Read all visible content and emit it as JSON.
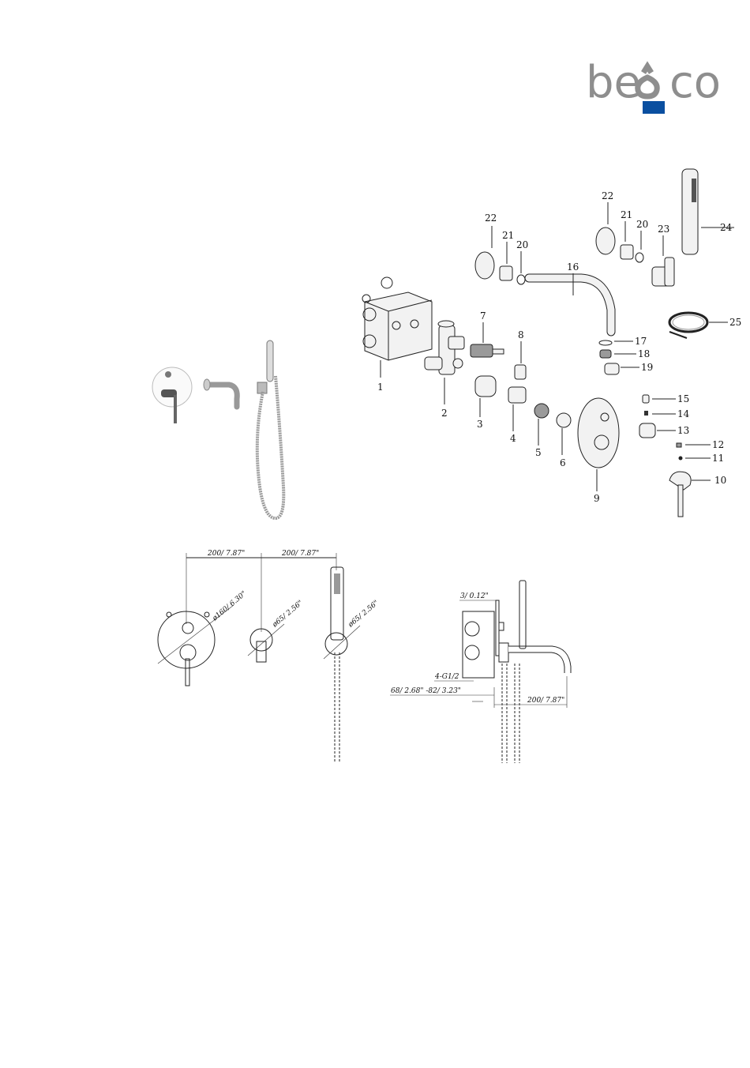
{
  "logo": {
    "text_left": "be",
    "text_right": "co",
    "colors": {
      "text": "#8e8e8e",
      "mark": "#0a4fa0"
    }
  },
  "parts": [
    {
      "n": "1"
    },
    {
      "n": "2"
    },
    {
      "n": "3"
    },
    {
      "n": "4"
    },
    {
      "n": "5"
    },
    {
      "n": "6"
    },
    {
      "n": "7"
    },
    {
      "n": "8"
    },
    {
      "n": "9"
    },
    {
      "n": "10"
    },
    {
      "n": "11"
    },
    {
      "n": "12"
    },
    {
      "n": "13"
    },
    {
      "n": "14"
    },
    {
      "n": "15"
    },
    {
      "n": "16"
    },
    {
      "n": "17"
    },
    {
      "n": "18"
    },
    {
      "n": "19"
    },
    {
      "n": "20"
    },
    {
      "n": "21"
    },
    {
      "n": "22"
    },
    {
      "n": "20"
    },
    {
      "n": "21"
    },
    {
      "n": "22"
    },
    {
      "n": "23"
    },
    {
      "n": "24"
    },
    {
      "n": "25"
    }
  ],
  "dimensions": {
    "width_1": "200/ 7.87\"",
    "width_2": "200/ 7.87\"",
    "dia_plate": "ø160/ 6.30\"",
    "dia_spout": "ø65/ 2.56\"",
    "dia_holder": "ø65/ 2.56\"",
    "depth_plate": "3/ 0.12\"",
    "thread": "4-G1/2",
    "install_depth": "68/ 2.68\" -82/ 3.23\"",
    "spout_length": "200/ 7.87\""
  }
}
